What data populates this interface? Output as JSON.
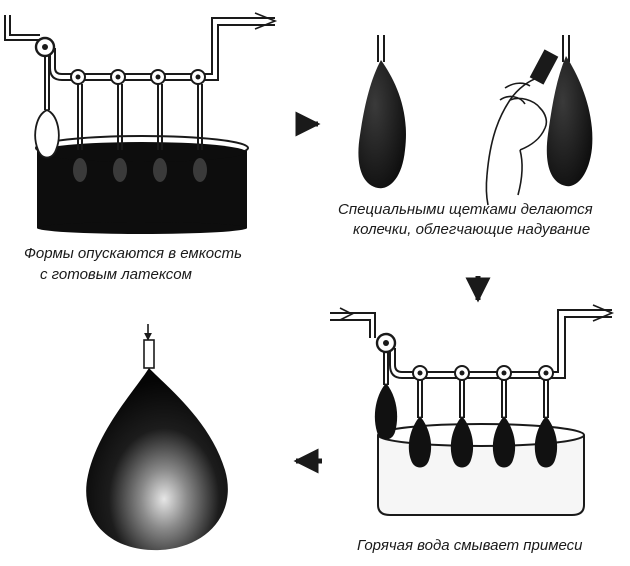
{
  "captions": {
    "step1_line1": "Формы опускаются в емкость",
    "step1_line2": "с готовым латексом",
    "step2_line1": "Специальными щетками делаются",
    "step2_line2": "колечки, облегчающие надувание",
    "step3": "Горячая вода смывает примеси"
  },
  "colors": {
    "ink": "#1a1a1a",
    "latex": "#111111",
    "bath": "#0d0d0d",
    "water": "#f6f6f6"
  }
}
